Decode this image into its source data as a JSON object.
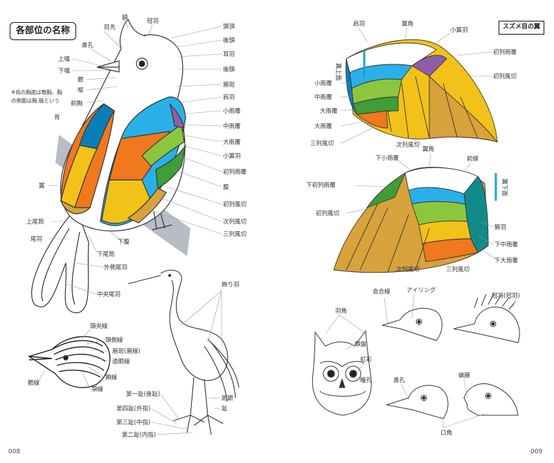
{
  "title": "各部位の名称",
  "wing_title": "スズメ目の翼",
  "note": "※鳥の胸面は顎胸、胸の側面は胸 脇という",
  "page_left": "008",
  "page_right": "009",
  "bird_labels": {
    "crown": "頭頂",
    "eye": "目先",
    "forehead": "額",
    "crest": "冠羽",
    "nostril": "鼻孔",
    "upper_bill": "上嘴",
    "lower_bill": "下嘴",
    "chin": "腮",
    "throat": "喉",
    "breast": "前胸",
    "back": "背",
    "nape": "後頭",
    "eyebrow": "眉斑",
    "ear": "耳羽",
    "neck_back": "後頸",
    "shoulder": "肩羽",
    "wing": "翼",
    "lesser_cov": "小雨覆",
    "median_cov": "中雨覆",
    "greater_cov": "大雨覆",
    "alula": "小翼羽",
    "primary_cov": "初列雨覆",
    "belly_side": "腹",
    "primaries": "初列風切",
    "secondaries": "次列風切",
    "tertials": "三列風切",
    "upper_tail": "上尾筒",
    "under_tail": "下尾筒",
    "tail": "尾羽",
    "outer_tail": "外側尾羽",
    "center_tail": "中央尾羽",
    "vent": "下腹"
  },
  "head_labels": {
    "l1": "頭央線",
    "l2": "頭側線",
    "l3": "眉斑(眉線)",
    "l4": "過眼線",
    "l5": "頬線",
    "l6": "顎線",
    "l7": "腮線"
  },
  "heron_labels": {
    "plumes": "飾り羽",
    "leg": "跗蹠",
    "toe1": "第一趾(後趾)",
    "toe2": "第四趾(外指)",
    "toe3": "第三趾(中指)",
    "toe4": "第二趾(内指)",
    "foot": "趾"
  },
  "wing_upper_labels": {
    "scapulars": "肩羽",
    "alula": "翼角",
    "lesser": "小翼羽",
    "primary_cov": "初列雨覆",
    "primaries": "初列風切",
    "side": "翼上面",
    "small_cov": "小雨覆",
    "mid_cov": "中雨覆",
    "great_cov": "大雨覆",
    "gr": "大雨覆",
    "tertials": "三列風切",
    "secondaries": "次列風切"
  },
  "wing_lower_labels": {
    "under_lesser": "下小雨覆",
    "wing_angle": "翼角",
    "front": "前縁",
    "under_primary_cov": "下初列雨覆",
    "primaries": "初列風切",
    "side": "翼下面",
    "axillaries": "腋羽",
    "under_mid": "下中雨覆",
    "under_great": "下大雨覆",
    "secondaries": "次列風切",
    "tertials": "三列風切"
  },
  "head_right_labels": {
    "eye_ring_label": "アイリング",
    "ear_tufts": "羽角",
    "eye_ring": "会合線",
    "facial_disk": "顔盤",
    "iris": "虹彩",
    "pupil": "瞳孔",
    "crest_label": "冠羽(冠羽)",
    "gape": "口角",
    "cere": "蝋膜",
    "nostril_lbl": "鼻孔"
  },
  "colors": {
    "blue_dark": "#0a7fb5",
    "blue_light": "#2ab0e8",
    "green_dark": "#3f9d3a",
    "green_light": "#8cc63f",
    "yellow": "#f2c21b",
    "orange": "#f0781e",
    "brown": "#d8a23c",
    "purple": "#8e5ea8",
    "teal": "#138a8a"
  }
}
